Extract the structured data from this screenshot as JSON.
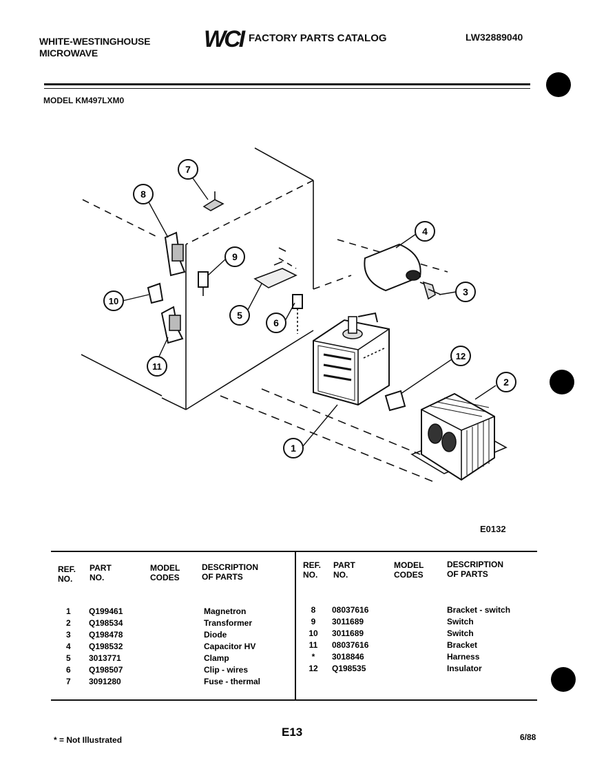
{
  "header": {
    "brand_line1": "WHITE-WESTINGHOUSE",
    "brand_line2": "MICROWAVE",
    "logo": "WCI",
    "catalog_title": "FACTORY PARTS CATALOG",
    "catalog_number": "LW32889040"
  },
  "model_label": "MODEL KM497LXM0",
  "diagram": {
    "figure_code": "E0132",
    "callouts": [
      "1",
      "2",
      "3",
      "4",
      "5",
      "6",
      "7",
      "8",
      "9",
      "10",
      "11",
      "12"
    ]
  },
  "table": {
    "headers": {
      "ref_no": [
        "REF.",
        "NO."
      ],
      "part_no": [
        "PART",
        "NO."
      ],
      "model_codes": [
        "MODEL",
        "CODES"
      ],
      "description": [
        "DESCRIPTION",
        "OF PARTS"
      ]
    },
    "left_rows": [
      {
        "ref": "1",
        "part": "Q199461",
        "desc": "Magnetron"
      },
      {
        "ref": "2",
        "part": "Q198534",
        "desc": "Transformer"
      },
      {
        "ref": "3",
        "part": "Q198478",
        "desc": "Diode"
      },
      {
        "ref": "4",
        "part": "Q198532",
        "desc": "Capacitor HV"
      },
      {
        "ref": "5",
        "part": "3013771",
        "desc": "Clamp"
      },
      {
        "ref": "6",
        "part": "Q198507",
        "desc": "Clip - wires"
      },
      {
        "ref": "7",
        "part": "3091280",
        "desc": "Fuse - thermal"
      }
    ],
    "right_rows": [
      {
        "ref": "8",
        "part": "08037616",
        "desc": "Bracket - switch"
      },
      {
        "ref": "9",
        "part": "3011689",
        "desc": "Switch"
      },
      {
        "ref": "10",
        "part": "3011689",
        "desc": "Switch"
      },
      {
        "ref": "11",
        "part": "08037616",
        "desc": "Bracket"
      },
      {
        "ref": "*",
        "part": "3018846",
        "desc": "Harness"
      },
      {
        "ref": "12",
        "part": "Q198535",
        "desc": "Insulator"
      }
    ]
  },
  "footer": {
    "note": "* = Not Illustrated",
    "page_code": "E13",
    "date": "6/88"
  }
}
